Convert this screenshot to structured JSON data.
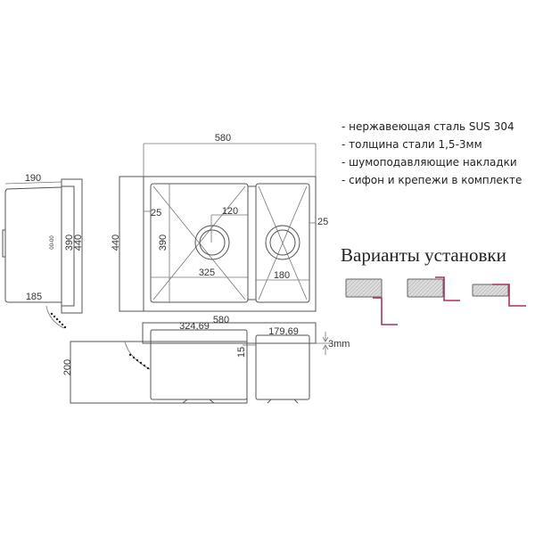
{
  "features": [
    "- нержавеющая сталь SUS 304",
    "- толщина стали 1,5-3мм",
    "- шумоподавляющие накладки",
    "- сифон и крепежи в комплекте"
  ],
  "install_title": "Варианты установки",
  "top_view": {
    "width": "580",
    "height": "440",
    "left_margin": "25",
    "right_margin": "25",
    "bowl_left_depth": "390",
    "bowl_left_width": "325",
    "bowl_right_width": "180",
    "drain_offset": "120"
  },
  "side_view": {
    "depth_top": "190",
    "depth_bottom": "185",
    "inner": "390",
    "outer": "440",
    "label": "00-00"
  },
  "front_view": {
    "width": "580",
    "bowl_left": "324,69",
    "bowl_right": "179,69",
    "step": "15",
    "height": "200",
    "thickness": "3mm"
  },
  "colors": {
    "line": "#555555",
    "install_profile": "#b0305a"
  }
}
